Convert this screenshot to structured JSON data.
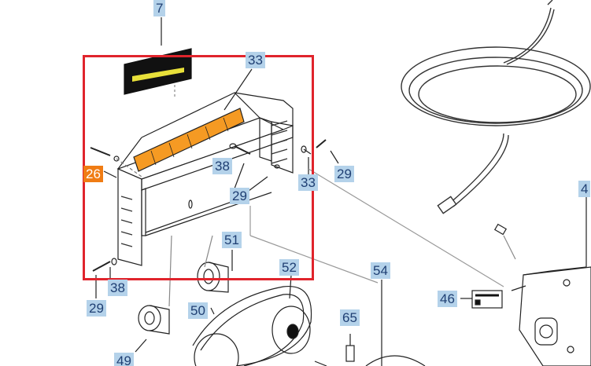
{
  "diagram": {
    "highlight_color": "#e0242c",
    "callout_bg": "#b4d2ea",
    "callout_text": "#1f3f73",
    "active_bg": "#f07c14",
    "active_callout": "26"
  },
  "callouts": {
    "c7": "7",
    "c33a": "33",
    "c26": "26",
    "c38a": "38",
    "c29a": "29",
    "c33b": "33",
    "c29b": "29",
    "c38b": "38",
    "c29c": "29",
    "c51": "51",
    "c52": "52",
    "c54": "54",
    "c50": "50",
    "c65": "65",
    "c49": "49",
    "c46": "46",
    "c4": "4"
  }
}
